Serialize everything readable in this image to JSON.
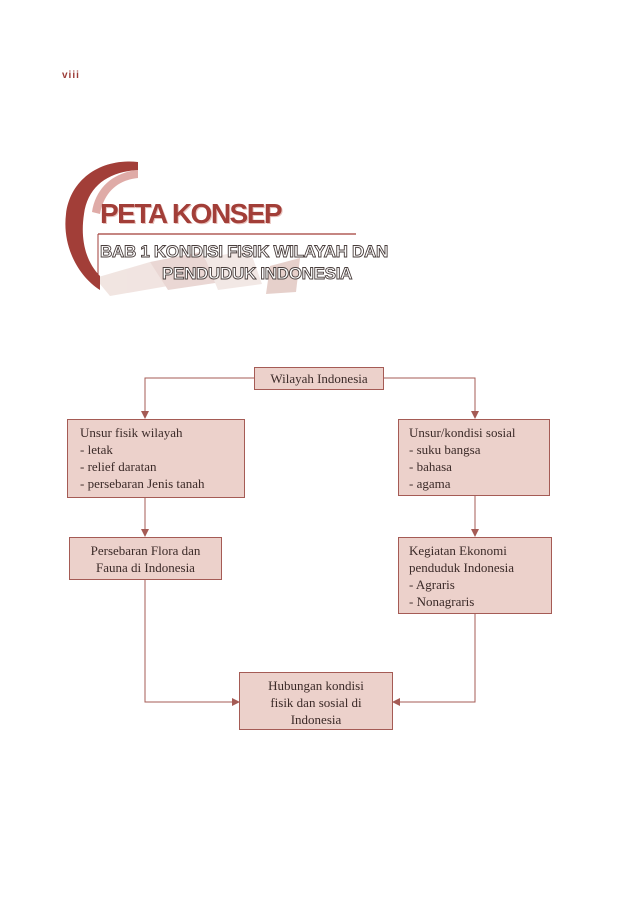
{
  "page_number": "viii",
  "header": {
    "title": "PETA KONSEP",
    "chapter_line1": "BAB 1 KONDISI FISIK WILAYAH DAN",
    "chapter_line2": "PENDUDUK INDONESIA"
  },
  "colors": {
    "accent": "#a23e38",
    "box_fill": "#ecd1cb",
    "box_border": "#a55b55",
    "line": "#a55b55"
  },
  "nodes": {
    "root": {
      "lines": [
        "Wilayah Indonesia"
      ]
    },
    "physical": {
      "lines": [
        "Unsur fisik wilayah",
        "-  letak",
        "-  relief daratan",
        "-  persebaran Jenis tanah"
      ]
    },
    "social": {
      "lines": [
        "Unsur/kondisi sosial",
        "-  suku bangsa",
        "-  bahasa",
        "-  agama"
      ]
    },
    "flora": {
      "lines": [
        "Persebaran Flora dan",
        "Fauna di Indonesia"
      ]
    },
    "economy": {
      "lines": [
        "Kegiatan Ekonomi",
        "penduduk Indonesia",
        "-  Agraris",
        "-  Nonagraris"
      ]
    },
    "relation": {
      "lines": [
        "Hubungan kondisi",
        "fisik dan sosial di",
        "Indonesia"
      ]
    }
  }
}
